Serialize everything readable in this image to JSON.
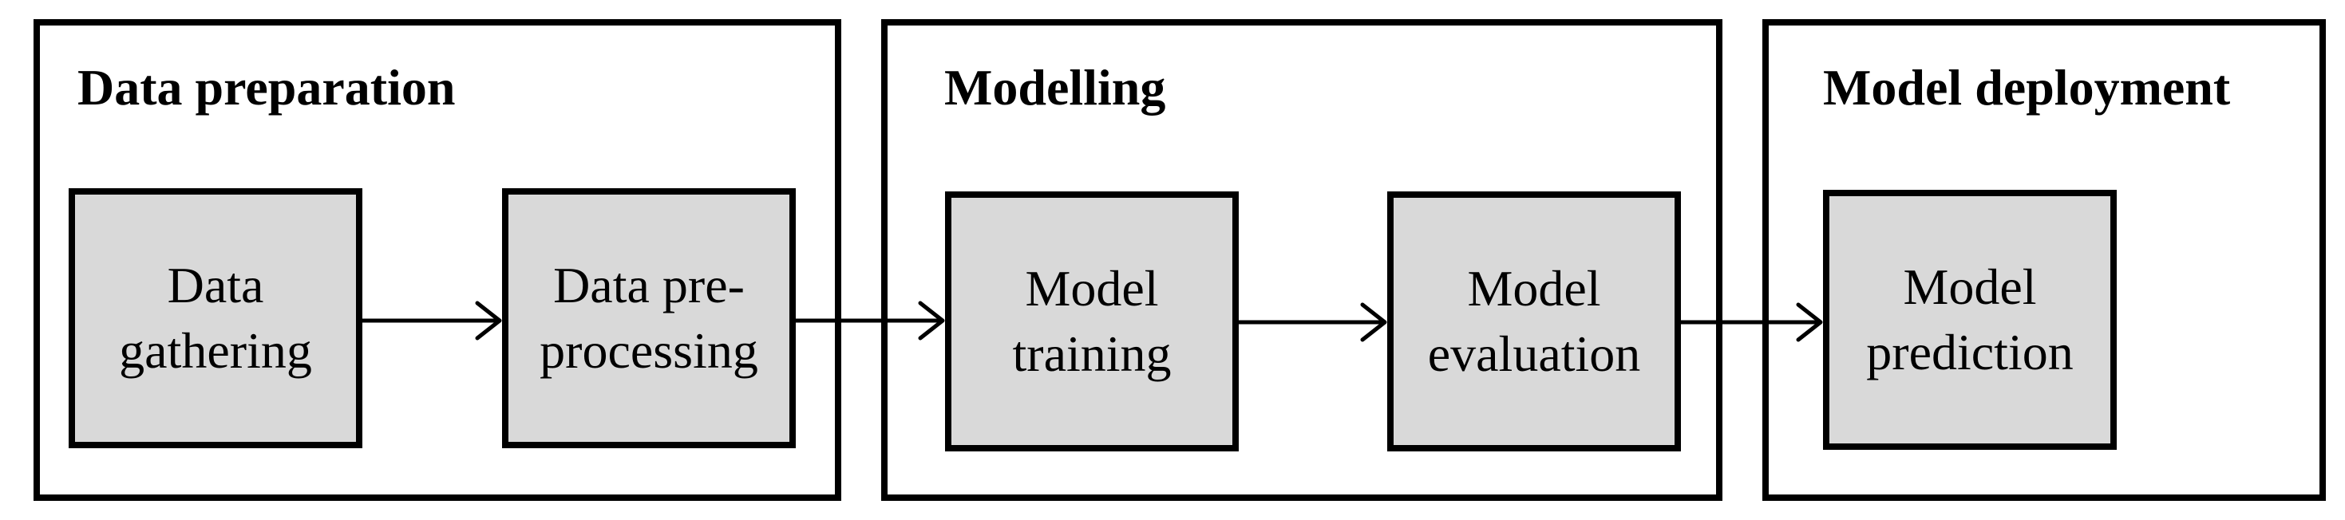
{
  "stages": {
    "data_preparation": {
      "title": "Data preparation",
      "steps": {
        "gathering": {
          "line1": "Data",
          "line2": "gathering"
        },
        "preprocessing": {
          "line1": "Data pre-",
          "line2": "processing"
        }
      }
    },
    "modelling": {
      "title": "Modelling",
      "steps": {
        "training": {
          "line1": "Model",
          "line2": "training"
        },
        "evaluation": {
          "line1": "Model",
          "line2": "evaluation"
        }
      }
    },
    "model_deployment": {
      "title": "Model deployment",
      "steps": {
        "prediction": {
          "line1": "Model",
          "line2": "prediction"
        }
      }
    }
  },
  "colors": {
    "step_fill": "#d9d9d9",
    "stroke": "#000000",
    "background": "#ffffff"
  }
}
